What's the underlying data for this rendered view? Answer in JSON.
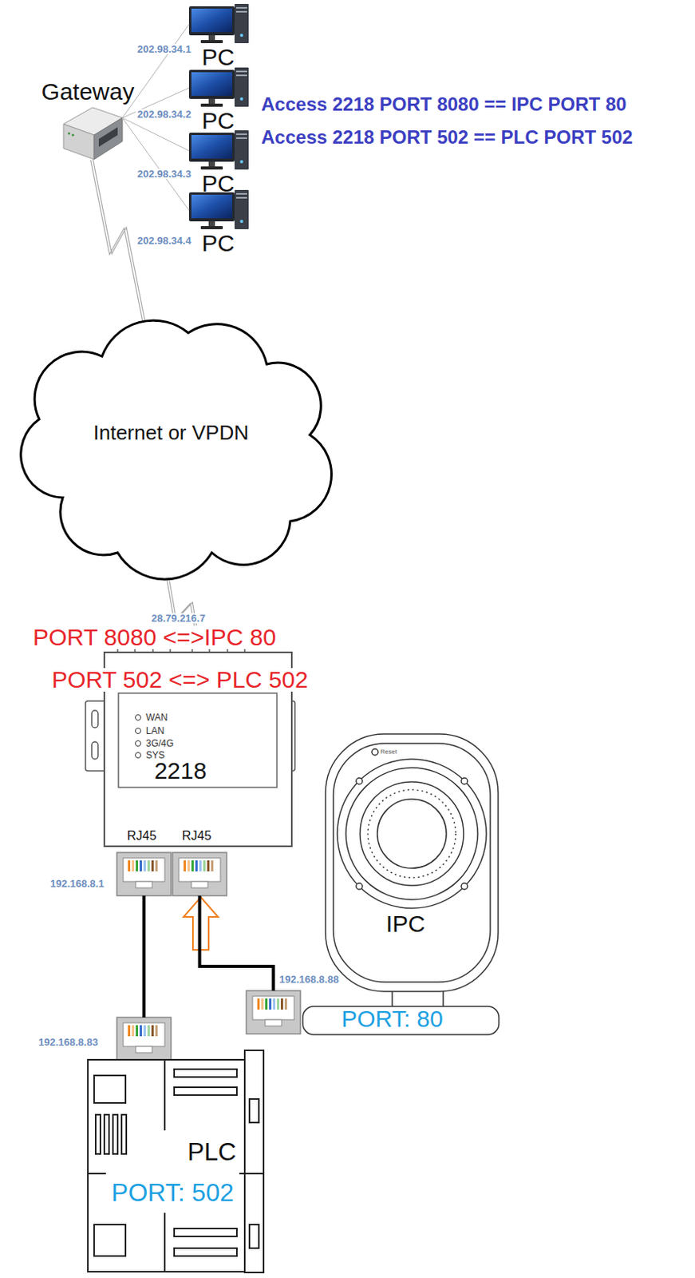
{
  "diagram": {
    "nodes": [
      {
        "text": [
          "Gateway"
        ]
      },
      {
        "text": [
          "PC"
        ]
      },
      {
        "text": [
          "PC"
        ]
      },
      {
        "text": [
          "PC"
        ]
      },
      {
        "text": [
          "PC"
        ]
      },
      {
        "text": [
          "Internet or VPDN"
        ]
      },
      {
        "text": [
          "2218"
        ]
      },
      {
        "text": [
          "IPC",
          "PORT: 80"
        ]
      },
      {
        "text": [
          "PLC",
          "PORT: 502"
        ]
      }
    ],
    "edges": [
      {
        "from": 0,
        "to": 1,
        "arrow": "none"
      },
      {
        "from": 0,
        "to": 2,
        "arrow": "none"
      },
      {
        "from": 0,
        "to": 3,
        "arrow": "none"
      },
      {
        "from": 0,
        "to": 4,
        "arrow": "none"
      },
      {
        "from": 0,
        "to": 5,
        "arrow": "none"
      },
      {
        "from": 5,
        "to": 6,
        "arrow": "none"
      },
      {
        "from": 6,
        "to": 8,
        "arrow": "none"
      },
      {
        "from": 6,
        "to": 7,
        "arrow": "none"
      }
    ],
    "labels": [
      "202.98.34.1",
      "Access 2218 PORT 8080 == IPC PORT 80",
      "202.98.34.2",
      "Access 2218 PORT 502 == PLC PORT 502",
      "202.98.34.3",
      "202.98.34.4",
      "28.79.216.7",
      "PORT 8080 <=>IPC 80",
      "PORT 502 <=> PLC 502",
      "WAN",
      "LAN",
      "3G/4G",
      "SYS",
      "Reset",
      "RJ45",
      "RJ45",
      "192.168.8.1",
      "192.168.8.88",
      "192.168.8.83"
    ]
  }
}
